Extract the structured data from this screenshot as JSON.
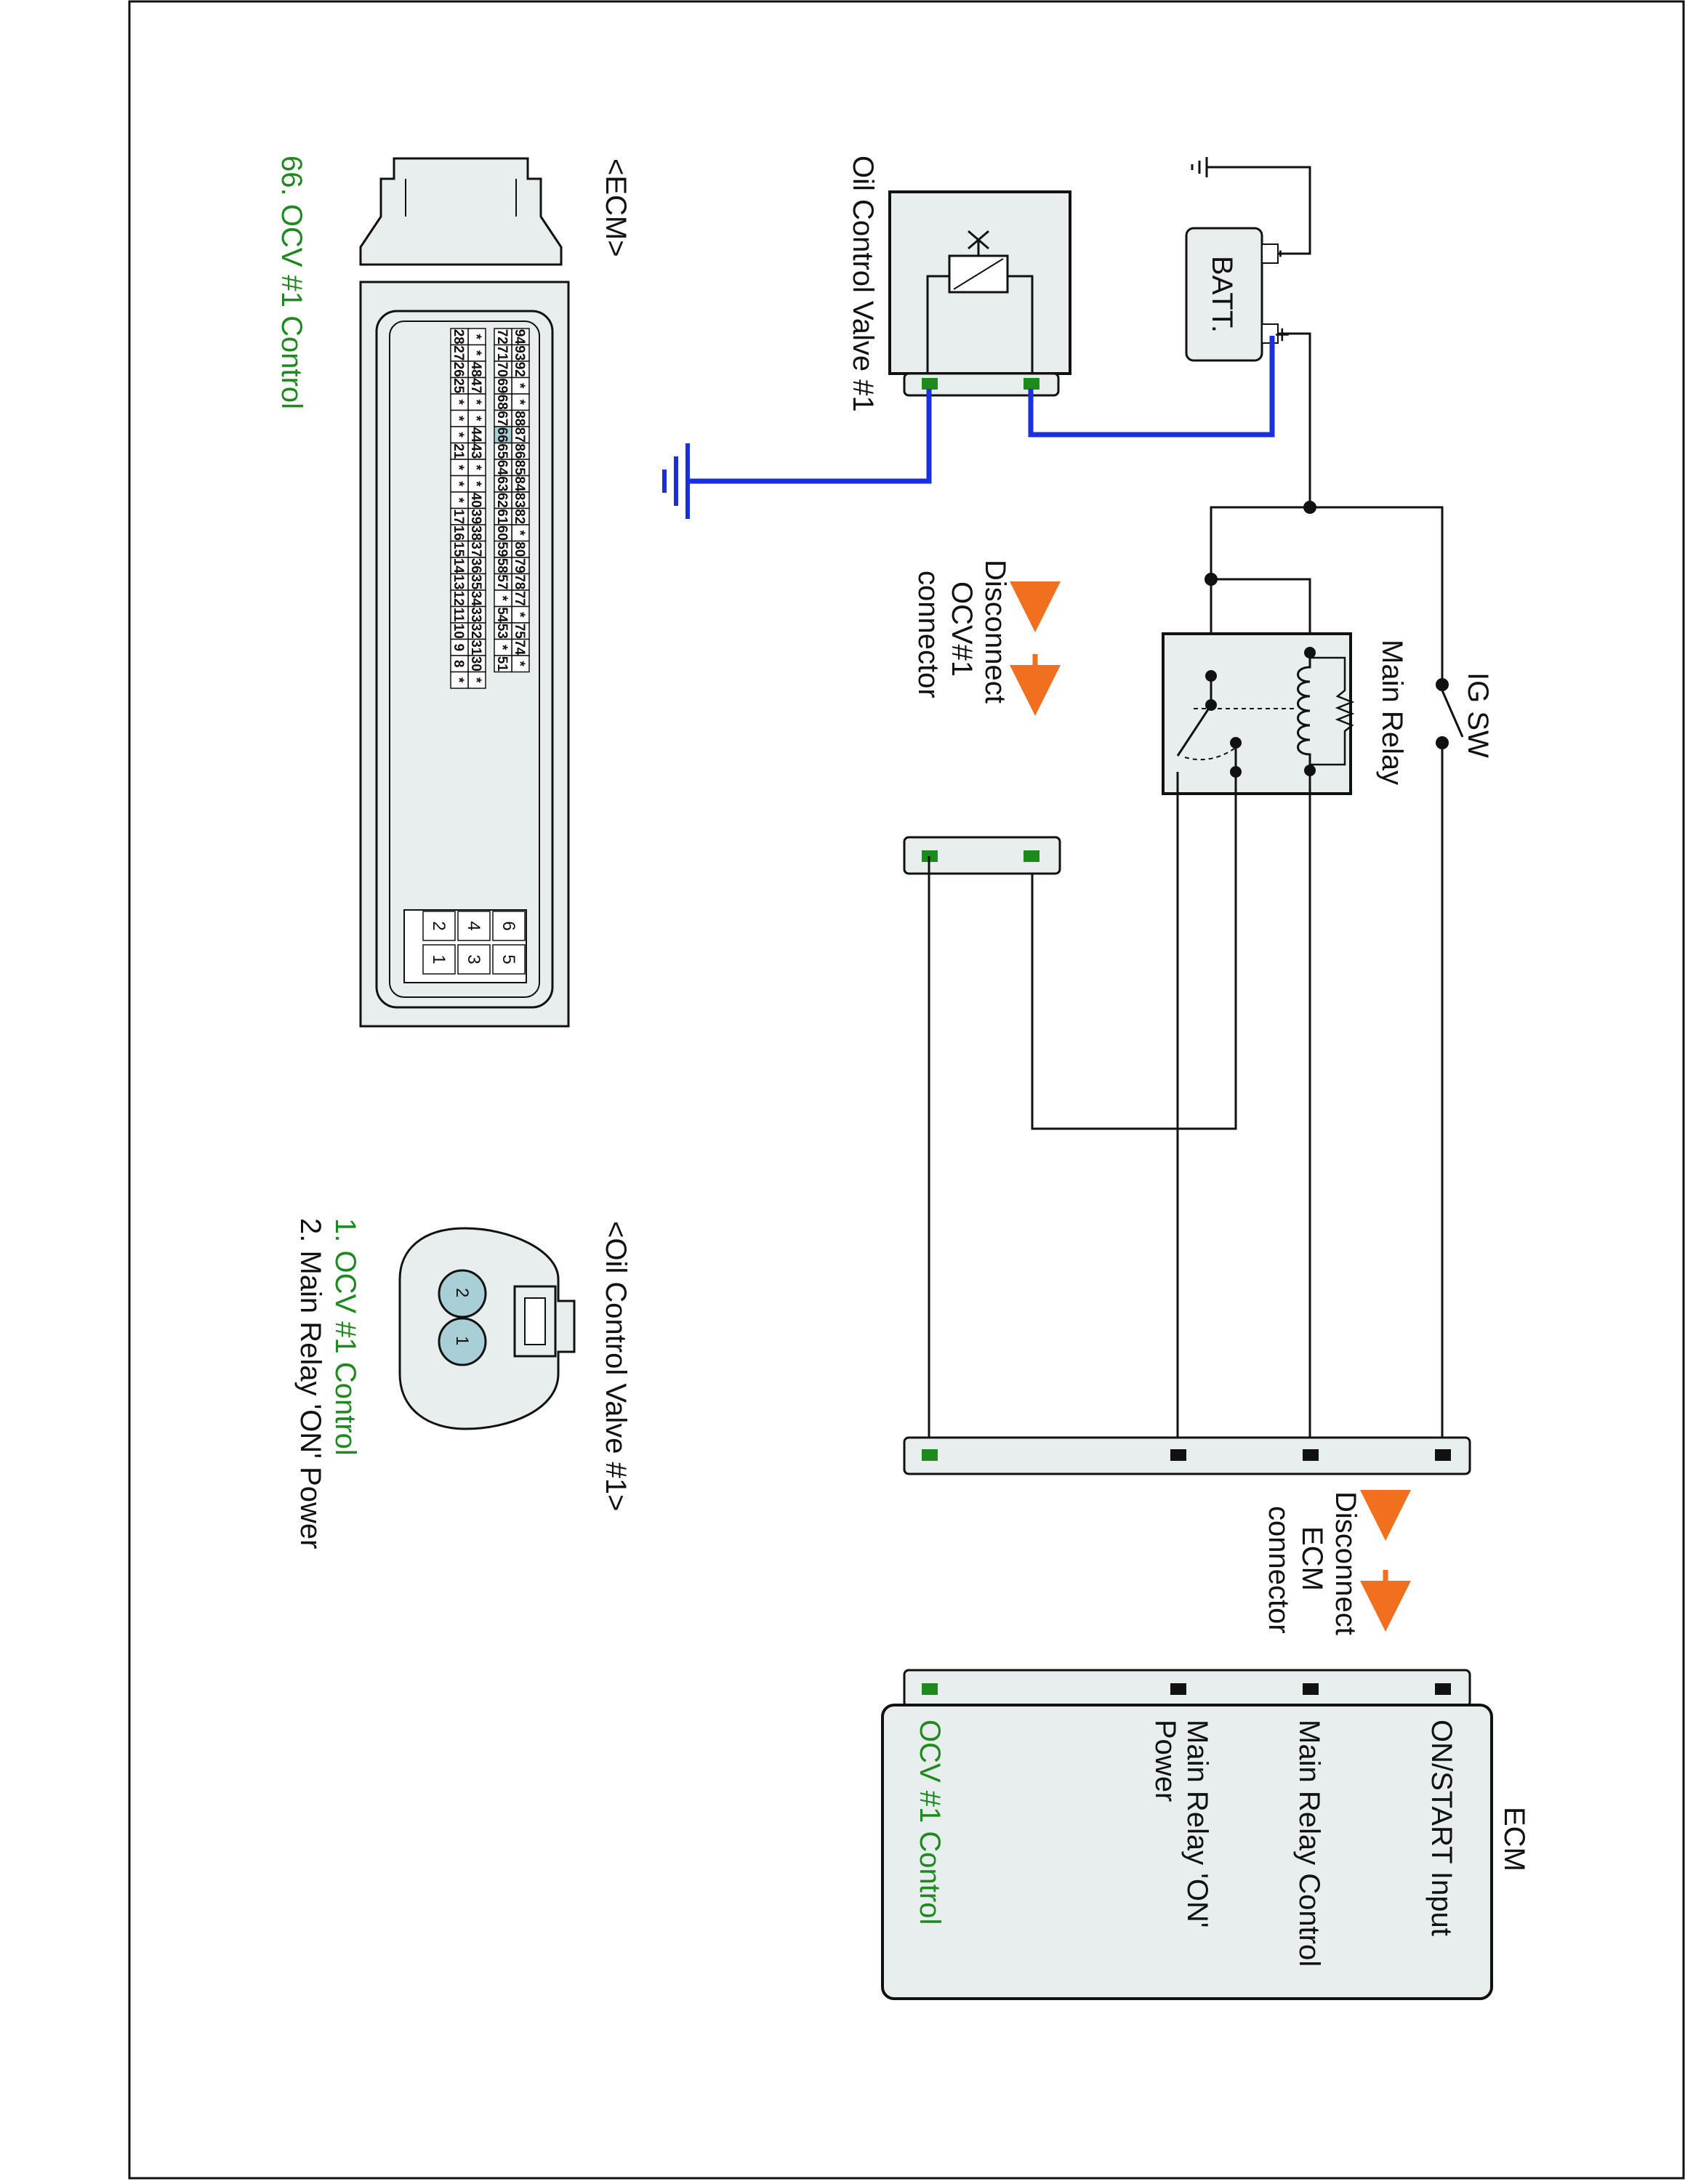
{
  "labels": {
    "ecm_connector_title": "<ECM>",
    "ecm_pin_caption": "66. OCV #1 Control",
    "ocv_title": "Oil Control Valve #1",
    "batt": "BATT.",
    "ig_sw": "IG SW",
    "main_relay": "Main Relay",
    "disconnect_ocv": [
      "Disconnect",
      "OCV#1",
      "connector"
    ],
    "disconnect_ecm": [
      "Disconnect",
      "ECM",
      "connector"
    ],
    "ecm_box_title": "ECM",
    "ecm_inputs": [
      "ON/START Input",
      "Main Relay Control",
      "Main Relay 'ON'",
      "Power",
      "OCV #1 Control"
    ],
    "ocv_connector_title": "<Oil Control Valve #1>",
    "ocv_pin1": "1. OCV #1 Control",
    "ocv_pin2": "2. Main Relay 'ON' Power",
    "ocv_pin_numbers": [
      "2",
      "1"
    ],
    "battery_plus": "+",
    "battery_minus": "-"
  },
  "ecm_pins": {
    "row1": [
      "94",
      "93",
      "92",
      "*",
      "*",
      "88",
      "87",
      "86",
      "85",
      "84",
      "83",
      "82",
      "*",
      "80",
      "79",
      "78",
      "77",
      "*",
      "75",
      "74",
      "*"
    ],
    "row2": [
      "72",
      "71",
      "70",
      "69",
      "68",
      "67",
      "66",
      "65",
      "64",
      "63",
      "62",
      "61",
      "60",
      "59",
      "58",
      "57",
      "*",
      "54",
      "53",
      "*",
      "51"
    ],
    "row3": [
      "*",
      "*",
      "48",
      "47",
      "*",
      "*",
      "44",
      "43",
      "*",
      "*",
      "40",
      "39",
      "38",
      "37",
      "36",
      "35",
      "34",
      "33",
      "32",
      "31",
      "30",
      "*"
    ],
    "row4": [
      "28",
      "27",
      "26",
      "25",
      "*",
      "*",
      "*",
      "21",
      "*",
      "*",
      "*",
      "17",
      "16",
      "15",
      "14",
      "13",
      "12",
      "11",
      "10",
      "9",
      "8",
      "*"
    ],
    "small": [
      "6",
      "5",
      "4",
      "3",
      "2",
      "1"
    ],
    "highlight": "66"
  },
  "colors": {
    "highlight_wire": "#1a2fe0",
    "wire": "#111111",
    "connector_fill": "#e8eeee",
    "pin_green": "#1e8a1e",
    "arrow": "#f07020",
    "highlight_pin": "#a9cfd6",
    "caption_green": "#1e8a1e"
  }
}
